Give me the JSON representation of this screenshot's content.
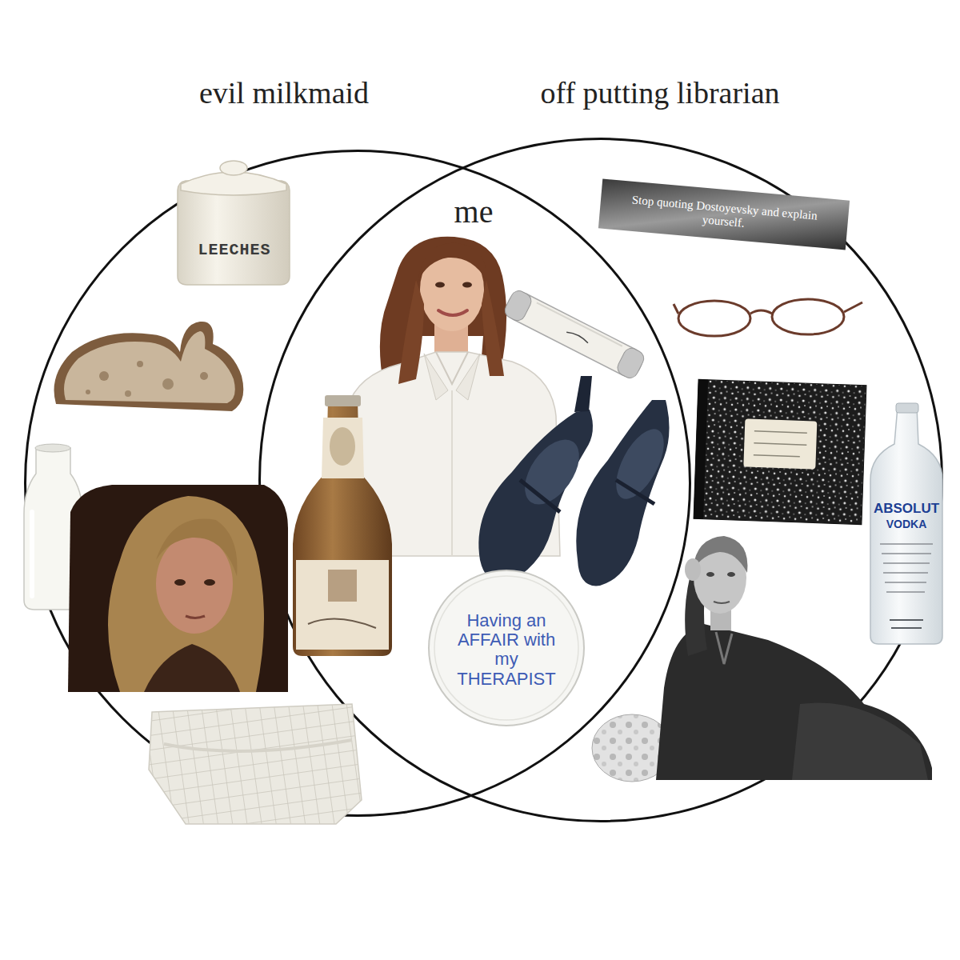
{
  "diagram": {
    "nodes": [
      {
        "text": [
          "evil milkmaid"
        ]
      },
      {
        "text": [
          "off putting librarian"
        ]
      }
    ],
    "labels": [
      "me",
      "LEECHES",
      "Stop quoting Dostoyevsky and explain yourself.",
      "Having an AFFAIR with my THERAPIST",
      "ABSOLUT",
      "VODKA"
    ]
  }
}
